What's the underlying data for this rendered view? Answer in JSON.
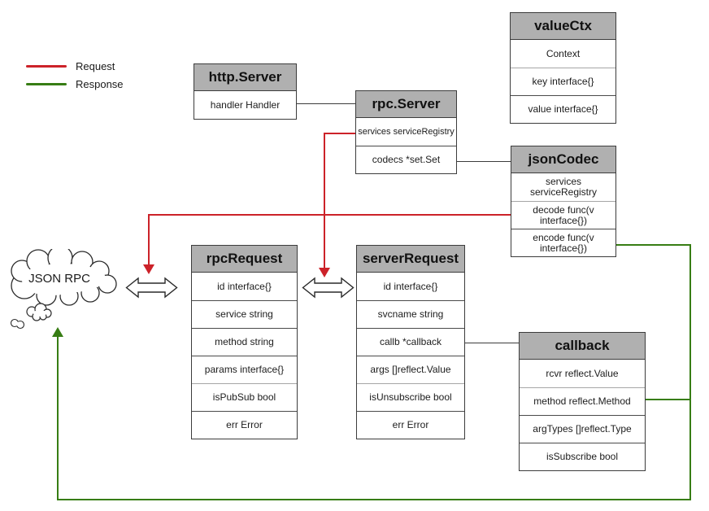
{
  "legend": {
    "request_label": "Request",
    "response_label": "Response"
  },
  "cloud": {
    "label": "JSON RPC"
  },
  "boxes": {
    "httpServer": {
      "title": "http.Server",
      "rows": [
        "handler Handler"
      ]
    },
    "rpcServer": {
      "title": "rpc.Server",
      "rows": [
        "services serviceRegistry",
        "codecs *set.Set"
      ]
    },
    "valueCtx": {
      "title": "valueCtx",
      "rows": [
        "Context",
        "key interface{}",
        "value interface{}"
      ]
    },
    "jsonCodec": {
      "title": "jsonCodec",
      "rows": [
        "services serviceRegistry",
        "decode func(v interface{})",
        "encode func(v interface{})"
      ]
    },
    "rpcRequest": {
      "title": "rpcRequest",
      "rows": [
        "id interface{}",
        "service string",
        "method string",
        "params interface{}",
        "isPubSub bool",
        "err Error"
      ]
    },
    "serverRequest": {
      "title": "serverRequest",
      "rows": [
        "id interface{}",
        "svcname string",
        "callb *callback",
        "args []reflect.Value",
        "isUnsubscribe bool",
        "err Error"
      ]
    },
    "callback": {
      "title": "callback",
      "rows": [
        "rcvr reflect.Value",
        "method reflect.Method",
        "argTypes []reflect.Type",
        "isSubscribe bool"
      ]
    }
  },
  "colors": {
    "request_red": "#cc2229",
    "response_green": "#377d14",
    "header_gray": "#b0b0b0",
    "border_dark": "#3c3c3c"
  }
}
